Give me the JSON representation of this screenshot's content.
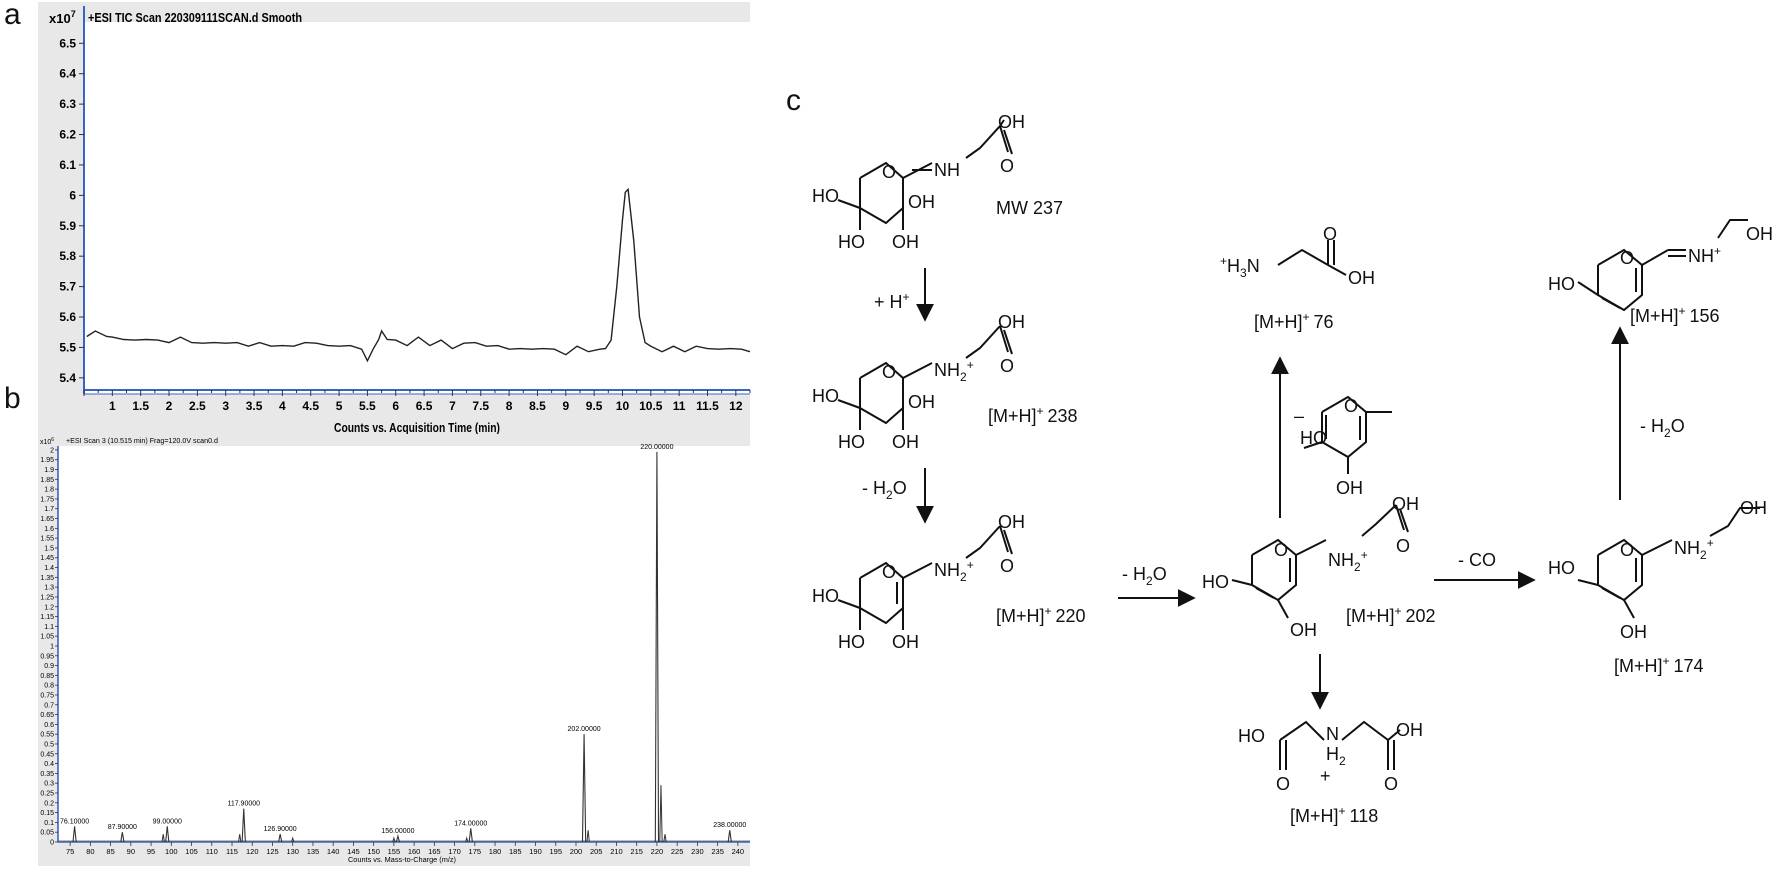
{
  "panels": {
    "a": "a",
    "b": "b",
    "c": "c"
  },
  "chart_data": [
    {
      "type": "line",
      "panel": "a",
      "title": "+ESI TIC Scan 220309111SCAN.d Smooth",
      "multiplier": "x10",
      "multiplier_exp": "7",
      "xlabel": "Counts vs. Acquisition Time (min)",
      "ylabel": "",
      "xlim": [
        0.5,
        12.25
      ],
      "ylim": [
        5.36,
        6.57
      ],
      "xticks": [
        "1",
        "1.5",
        "2",
        "2.5",
        "3",
        "3.5",
        "4",
        "4.5",
        "5",
        "5.5",
        "6",
        "6.5",
        "7",
        "7.5",
        "8",
        "8.5",
        "9",
        "9.5",
        "10",
        "10.5",
        "11",
        "11.5",
        "12"
      ],
      "yticks": [
        "5.4",
        "5.5",
        "5.6",
        "5.7",
        "5.8",
        "5.9",
        "6",
        "6.1",
        "6.2",
        "6.3",
        "6.4",
        "6.5"
      ],
      "series": [
        {
          "x": [
            0.55,
            0.7,
            0.9,
            1.0,
            1.2,
            1.4,
            1.6,
            1.8,
            2.0,
            2.2,
            2.4,
            2.6,
            2.8,
            3.0,
            3.2,
            3.4,
            3.6,
            3.8,
            4.0,
            4.2,
            4.4,
            4.6,
            4.8,
            5.0,
            5.2,
            5.4,
            5.5,
            5.6,
            5.7,
            5.75,
            5.85,
            6.0,
            6.2,
            6.4,
            6.6,
            6.8,
            7.0,
            7.2,
            7.4,
            7.6,
            7.8,
            8.0,
            8.2,
            8.4,
            8.6,
            8.8,
            9.0,
            9.2,
            9.4,
            9.6,
            9.7,
            9.8,
            9.9,
            10.0,
            10.05,
            10.1,
            10.2,
            10.3,
            10.4,
            10.5,
            10.7,
            10.9,
            11.1,
            11.3,
            11.5,
            11.7,
            11.9,
            12.1,
            12.25
          ],
          "y": [
            5.54,
            5.55,
            5.54,
            5.53,
            5.53,
            5.52,
            5.53,
            5.52,
            5.52,
            5.53,
            5.52,
            5.51,
            5.52,
            5.51,
            5.52,
            5.5,
            5.52,
            5.5,
            5.51,
            5.5,
            5.52,
            5.51,
            5.51,
            5.5,
            5.51,
            5.49,
            5.46,
            5.49,
            5.53,
            5.55,
            5.53,
            5.52,
            5.51,
            5.53,
            5.51,
            5.52,
            5.5,
            5.51,
            5.52,
            5.5,
            5.51,
            5.49,
            5.5,
            5.49,
            5.5,
            5.49,
            5.48,
            5.5,
            5.49,
            5.49,
            5.5,
            5.52,
            5.7,
            5.92,
            6.01,
            6.02,
            5.85,
            5.6,
            5.52,
            5.5,
            5.49,
            5.5,
            5.49,
            5.5,
            5.5,
            5.49,
            5.5,
            5.49,
            5.49
          ]
        }
      ]
    },
    {
      "type": "bar",
      "panel": "b",
      "title": "+ESI Scan 3 (10.515 min) Frag=120.0V scan0.d",
      "multiplier": "x10",
      "multiplier_exp": "6",
      "xlabel": "Counts vs. Mass-to-Charge (m/z)",
      "ylabel": "",
      "xlim": [
        72,
        243
      ],
      "ylim": [
        0,
        2.02
      ],
      "xticks": [
        "75",
        "80",
        "85",
        "90",
        "95",
        "100",
        "105",
        "110",
        "115",
        "120",
        "125",
        "130",
        "135",
        "140",
        "145",
        "150",
        "155",
        "160",
        "165",
        "170",
        "175",
        "180",
        "185",
        "190",
        "195",
        "200",
        "205",
        "210",
        "215",
        "220",
        "225",
        "230",
        "235",
        "240"
      ],
      "yticks": [
        "0",
        "0.05",
        "0.1",
        "0.15",
        "0.2",
        "0.25",
        "0.3",
        "0.35",
        "0.4",
        "0.45",
        "0.5",
        "0.55",
        "0.6",
        "0.65",
        "0.7",
        "0.75",
        "0.8",
        "0.85",
        "0.9",
        "0.95",
        "1",
        "1.05",
        "1.1",
        "1.15",
        "1.2",
        "1.25",
        "1.3",
        "1.35",
        "1.4",
        "1.45",
        "1.5",
        "1.55",
        "1.6",
        "1.65",
        "1.7",
        "1.75",
        "1.8",
        "1.85",
        "1.9",
        "1.95",
        "2"
      ],
      "peaks": [
        {
          "mz": 76.1,
          "intensity": 0.08,
          "label": "76.10000"
        },
        {
          "mz": 87.9,
          "intensity": 0.05,
          "label": "87.90000"
        },
        {
          "mz": 99.0,
          "intensity": 0.08,
          "label": "99.00000"
        },
        {
          "mz": 117.9,
          "intensity": 0.17,
          "label": "117.90000"
        },
        {
          "mz": 126.9,
          "intensity": 0.04,
          "label": "126.90000"
        },
        {
          "mz": 156.0,
          "intensity": 0.03,
          "label": "156.00000"
        },
        {
          "mz": 174.0,
          "intensity": 0.07,
          "label": "174.00000"
        },
        {
          "mz": 202.0,
          "intensity": 0.55,
          "label": "202.00000"
        },
        {
          "mz": 220.0,
          "intensity": 1.99,
          "label": "220.00000"
        },
        {
          "mz": 238.0,
          "intensity": 0.06,
          "label": "238.00000"
        }
      ],
      "minor_peaks": [
        {
          "mz": 98.0,
          "intensity": 0.04
        },
        {
          "mz": 116.9,
          "intensity": 0.04
        },
        {
          "mz": 130.0,
          "intensity": 0.02
        },
        {
          "mz": 155.0,
          "intensity": 0.02
        },
        {
          "mz": 173.0,
          "intensity": 0.02
        },
        {
          "mz": 203.0,
          "intensity": 0.06
        },
        {
          "mz": 221.0,
          "intensity": 0.29
        },
        {
          "mz": 222.0,
          "intensity": 0.04
        }
      ]
    }
  ],
  "scheme": {
    "mw": "MW 237",
    "oh": "OH",
    "ho": "HO",
    "o": "O",
    "nh": "NH",
    "n": "N",
    "h2": "H",
    "h2_sub": "2",
    "plus": "+",
    "nh2": "NH",
    "h3n_plus": "+",
    "h3n": "H",
    "h3n_sub": "3",
    "h3n_n": "N",
    "nh_plus": "NH",
    "plus_h": "+ H",
    "minus_h2o": "- H",
    "h2o_sub": "2",
    "h2o_o": "O",
    "minus_co": "- CO",
    "minus": "–",
    "mh": "[M+H]",
    "mh_plus": "+",
    "m238": "238",
    "m220": "220",
    "m202": "202",
    "m174": "174",
    "m118": "118",
    "m76": "76",
    "m156": "156"
  }
}
